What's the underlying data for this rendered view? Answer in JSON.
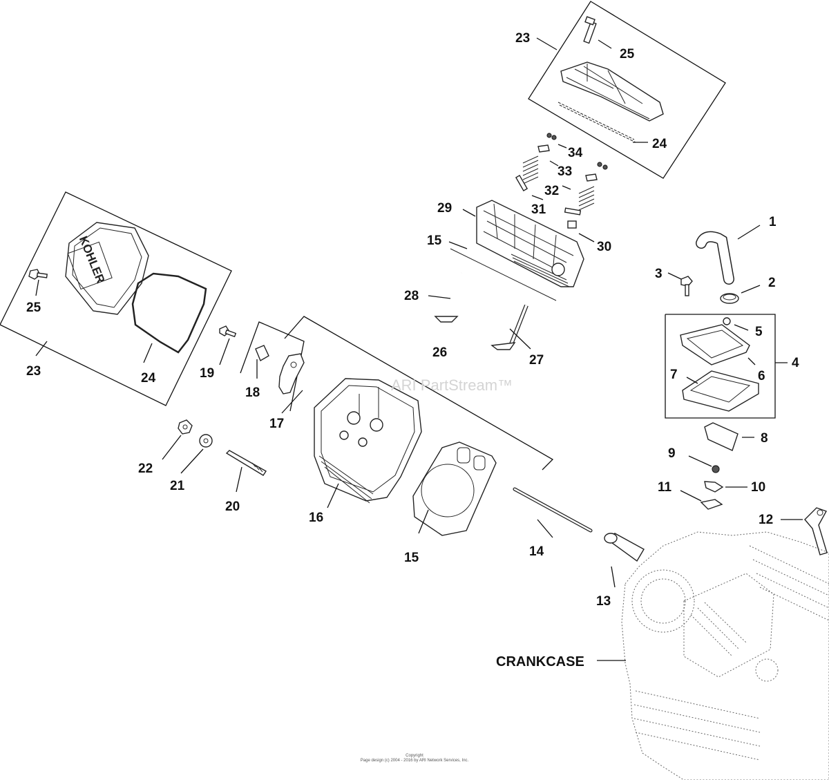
{
  "diagram": {
    "watermark": "ARI PartStream™",
    "footer": {
      "line1": "Copyright",
      "line2": "Page design (c) 2004 - 2016 by ARI Network Services, Inc."
    },
    "cover_logo_text": "KOHLER",
    "labels": {
      "crankcase": "CRANKCASE"
    },
    "callouts": [
      "1",
      "2",
      "3",
      "4",
      "5",
      "6",
      "7",
      "8",
      "9",
      "10",
      "11",
      "12",
      "13",
      "14",
      "15",
      "15",
      "16",
      "17",
      "18",
      "19",
      "20",
      "21",
      "22",
      "23",
      "23",
      "24",
      "24",
      "25",
      "25",
      "26",
      "27",
      "28",
      "29",
      "30",
      "31",
      "32",
      "33",
      "34"
    ]
  }
}
